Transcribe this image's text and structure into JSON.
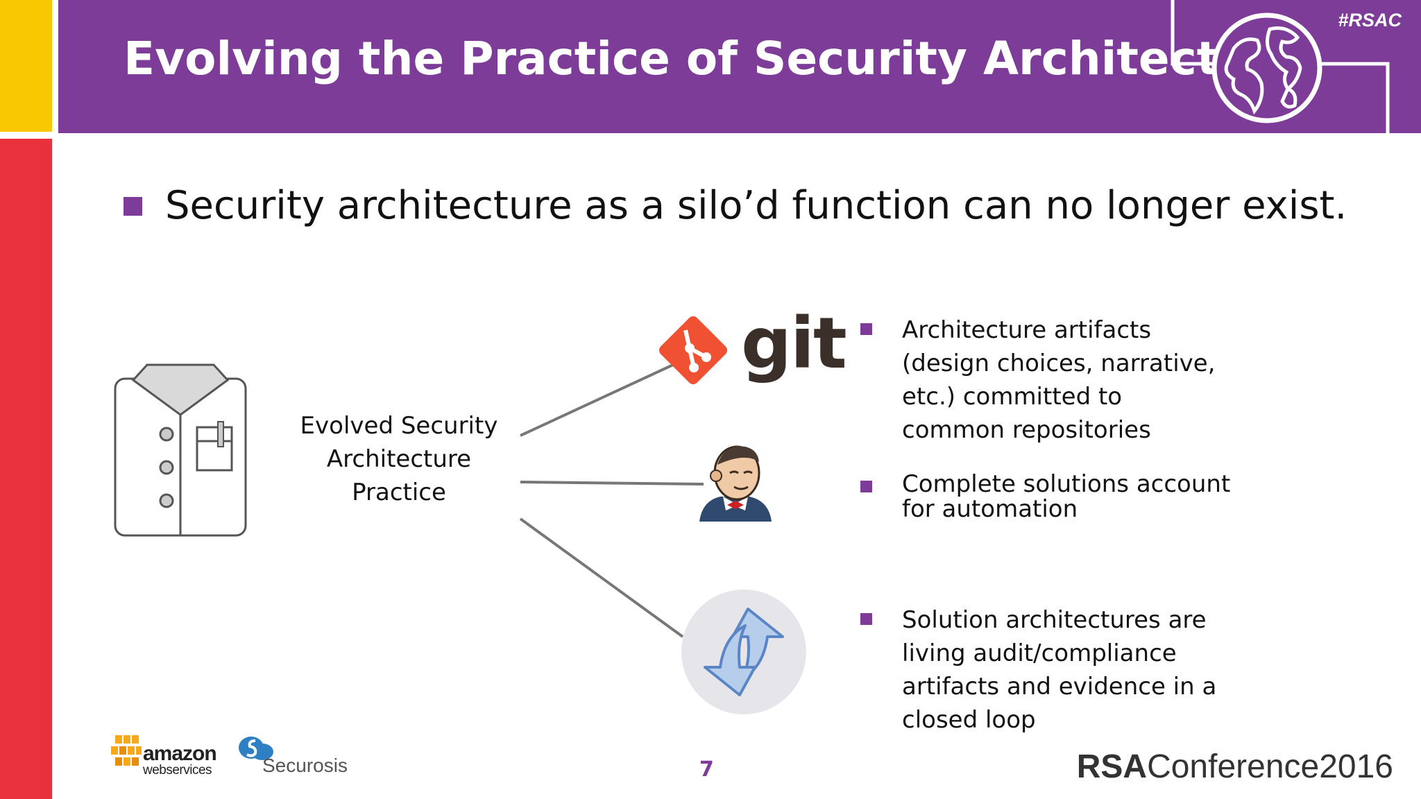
{
  "slide": {
    "title": "Evolving the Practice of Security Architecture",
    "tag": "#RSAC",
    "main_bullet": "Security architecture as a silo’d function can no longer exist.",
    "practice_label": [
      "Evolved Security",
      "Architecture",
      "Practice"
    ],
    "git_label": "git",
    "right_bullets": [
      {
        "lines": [
          "Architecture artifacts",
          "(design choices, narrative,",
          "etc.) committed to",
          "common repositories"
        ]
      },
      {
        "lines": [
          "Complete solutions account",
          "for automation"
        ]
      },
      {
        "lines": [
          "Solution architectures are",
          "living audit/compliance",
          "artifacts and evidence in a",
          "closed loop"
        ]
      }
    ],
    "page_number": "7"
  },
  "footer": {
    "amazon_text": "amazon",
    "aws_text": "webservices",
    "securosis_text": "Securosis",
    "rsa_bold": "RSA",
    "rsa_rest": "Conference2016"
  },
  "colors": {
    "purple": "#7d3c98",
    "red": "#e8313c",
    "yellow": "#f9c800",
    "git_orange": "#f05133"
  },
  "icons": [
    "globe-icon",
    "shirt-icon",
    "git-logo-icon",
    "jenkins-icon",
    "sync-arrows-icon",
    "aws-logo-icon",
    "securosis-logo-icon"
  ]
}
